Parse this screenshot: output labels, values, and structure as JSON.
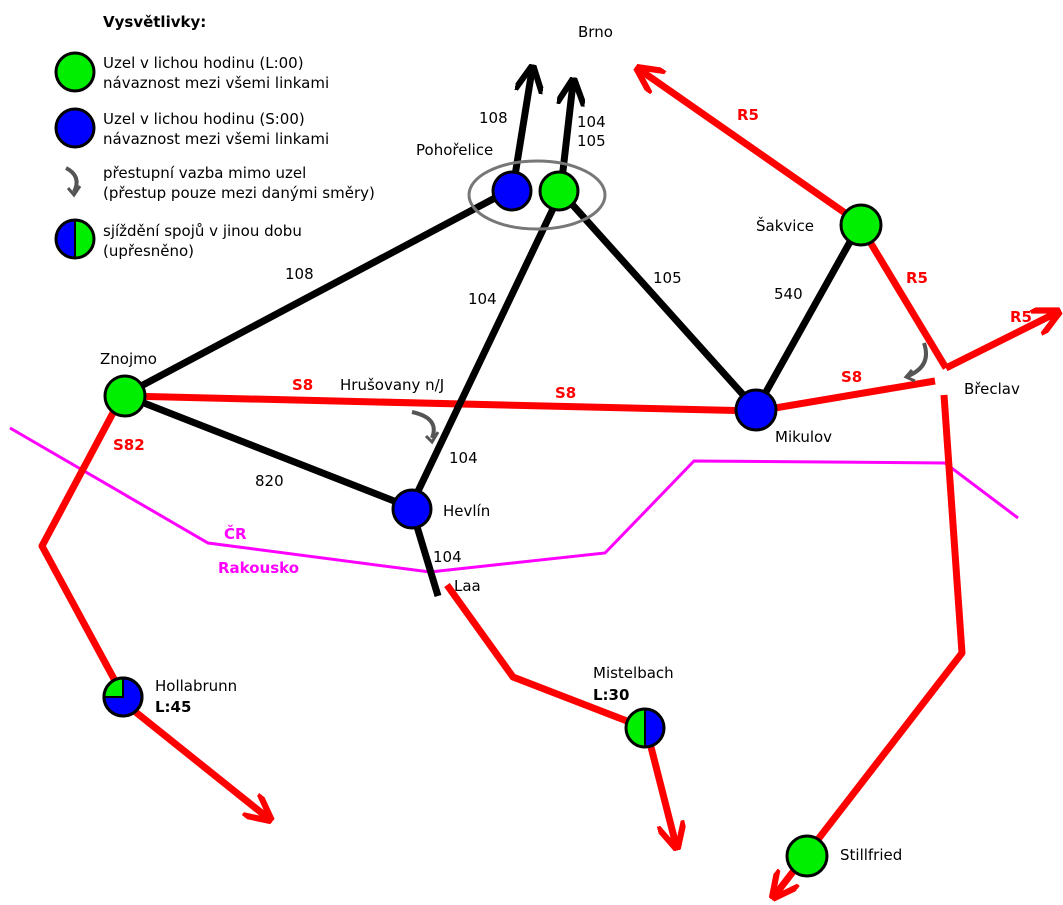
{
  "colors": {
    "green": "#00ee00",
    "blue": "#0000ff",
    "red": "#ff0000",
    "black": "#000000",
    "magenta": "#ff00ff",
    "gray": "#555555"
  },
  "legend": {
    "title": "Vysvětlivky:",
    "items": [
      {
        "icon": "green-node-icon",
        "line1": "Uzel v lichou hodinu (L:00)",
        "line2": "návaznost mezi všemi linkami"
      },
      {
        "icon": "blue-node-icon",
        "line1": "Uzel v lichou hodinu (S:00)",
        "line2": "návaznost mezi všemi linkami"
      },
      {
        "icon": "transfer-arrow-icon",
        "line1": "přestupní vazba mimo uzel",
        "line2": "(přestup pouze mezi danými směry)"
      },
      {
        "icon": "half-node-icon",
        "line1": "sjíždění spojů v jinou dobu",
        "line2": "(upřesněno)"
      }
    ]
  },
  "places": {
    "brno": "Brno",
    "pohorelice": "Pohořelice",
    "sakvice": "Šakvice",
    "znojmo": "Znojmo",
    "hrusovany": "Hrušovany n/J",
    "mikulov": "Mikulov",
    "breclav": "Břeclav",
    "hevlin": "Hevlín",
    "laa": "Laa",
    "hollabrunn": "Hollabrunn",
    "hollabrunn_time": "L:45",
    "mistelbach": "Mistelbach",
    "mistelbach_time": "L:30",
    "stillfried": "Stillfried"
  },
  "borders": {
    "cz": "ČR",
    "at": "Rakousko"
  },
  "lines": {
    "l108_top": "108",
    "l104_top": "104",
    "l105_top": "105",
    "l108": "108",
    "l104_mid": "104",
    "l105": "105",
    "l540": "540",
    "l820": "820",
    "l104_low": "104",
    "l104_laa": "104",
    "s8_left": "S8",
    "s8_mid": "S8",
    "s8_right": "S8",
    "s82": "S82",
    "r5_top": "R5",
    "r5_mid": "R5",
    "r5_right": "R5"
  }
}
